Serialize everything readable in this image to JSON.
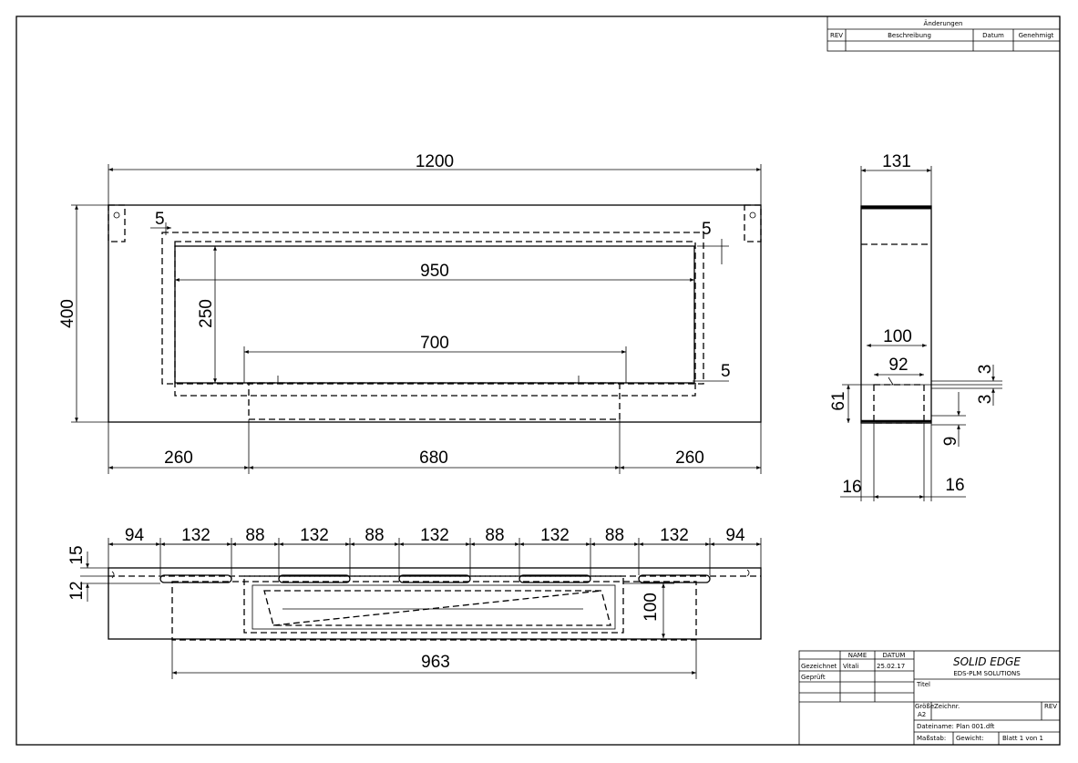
{
  "revision_table": {
    "title": "Änderungen",
    "col_rev": "REV",
    "col_desc": "Beschreibung",
    "col_date": "Datum",
    "col_approved": "Genehmigt"
  },
  "front_view": {
    "dims": {
      "width": "1200",
      "height": "400",
      "inner_width": "950",
      "inner_height": "250",
      "slot_width": "700",
      "offset_left": "5",
      "offset_right": "5",
      "offset_bottom": "5",
      "left": "260",
      "center": "680",
      "right": "260"
    }
  },
  "side_view": {
    "dims": {
      "depth": "131",
      "outer": "100",
      "inner": "92",
      "height": "61",
      "t1": "3",
      "t2": "3",
      "base": "9",
      "left": "16",
      "right": "16"
    }
  },
  "top_view": {
    "dims": {
      "seg": [
        "94",
        "132",
        "88",
        "132",
        "88",
        "132",
        "88",
        "132",
        "88",
        "132",
        "94"
      ],
      "depth1": "15",
      "depth2": "12",
      "inner_depth": "100",
      "inner_width": "963"
    }
  },
  "title_block": {
    "col_name": "NAME",
    "col_date": "DATUM",
    "row_drawn": "Gezeichnet",
    "drawn_name": "Vitali",
    "drawn_date": "25.02.17",
    "row_checked": "Geprüft",
    "brand": "SOLID EDGE",
    "brand_sub": "EDS-PLM SOLUTIONS",
    "title_label": "Titel",
    "size_label": "Größe",
    "size_value": "A2",
    "drawing_no_label": "Zeichnr.",
    "rev_label": "REV",
    "file_label": "Dateiname: Plan 001.dft",
    "scale_label": "Maßstab:",
    "weight_label": "Gewicht:",
    "sheet_label": "Blatt 1 von 1"
  }
}
